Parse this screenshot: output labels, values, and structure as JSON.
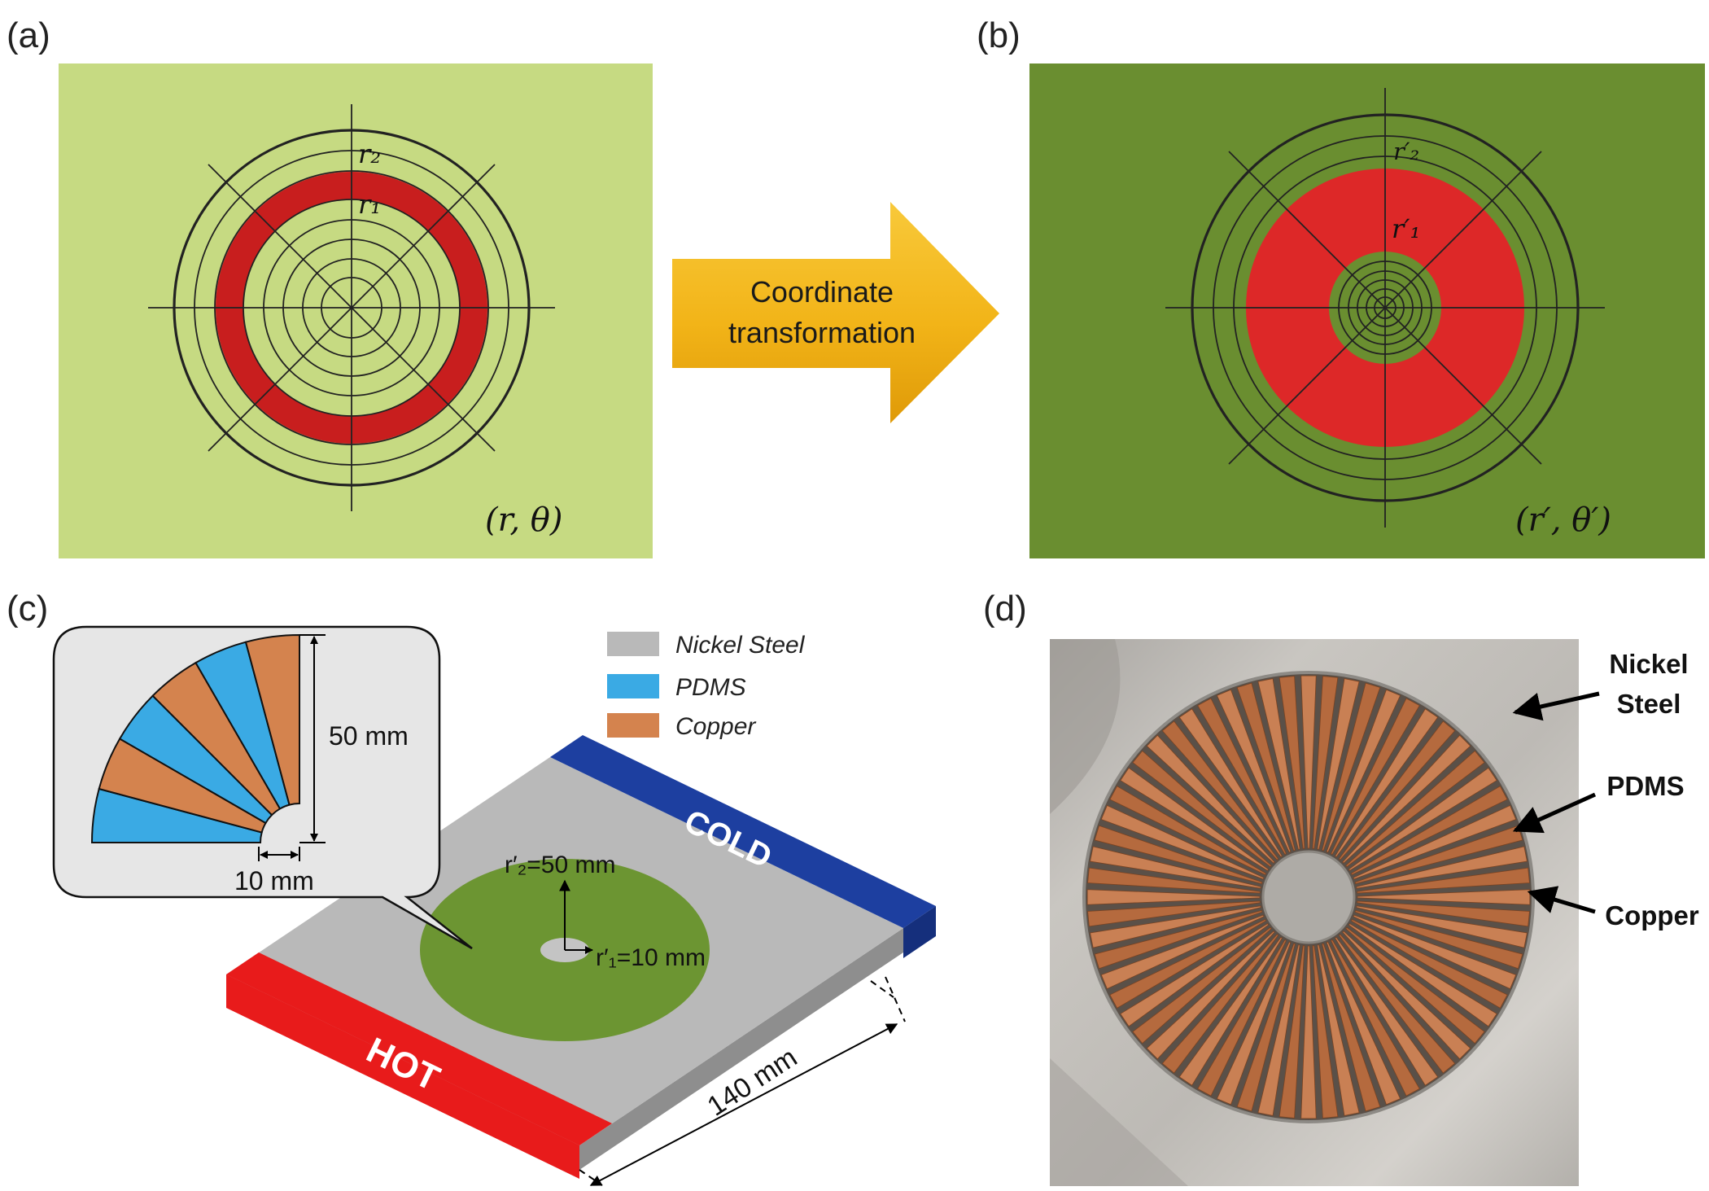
{
  "panels": {
    "a": {
      "label": "(a)",
      "coords": "(r, θ)",
      "r1_label": "r₁",
      "r2_label": "r₂",
      "background_color": "#c6da82",
      "ring_color": "#c81e1e"
    },
    "b": {
      "label": "(b)",
      "coords": "(r′, θ′)",
      "r1_label": "r′₁",
      "r2_label": "r′₂",
      "background_color": "#6a8e30",
      "fill_color": "#dd2828"
    },
    "transform_arrow": {
      "line1": "Coordinate",
      "line2": "transformation",
      "color": "#f2b418"
    },
    "c": {
      "label": "(c)",
      "legend": [
        {
          "name": "Nickel Steel",
          "color": "#b9b9b9"
        },
        {
          "name": "PDMS",
          "color": "#3aaae4"
        },
        {
          "name": "Copper",
          "color": "#d4834e"
        }
      ],
      "inset": {
        "dim_height": "50 mm",
        "dim_width": "10 mm"
      },
      "plate": {
        "r2_dim": "r′₂=50 mm",
        "r1_dim": "r′₁=10 mm",
        "size_dim": "140 mm",
        "hot_label": "HOT",
        "cold_label": "COLD",
        "hot_color": "#e81b1b",
        "cold_color": "#1d3fa0",
        "disk_color": "#6c9532"
      }
    },
    "d": {
      "label": "(d)",
      "callouts": [
        {
          "line1": "Nickel",
          "line2": "Steel"
        },
        {
          "line1": "PDMS",
          "line2": ""
        },
        {
          "line1": "Copper",
          "line2": ""
        }
      ]
    }
  }
}
